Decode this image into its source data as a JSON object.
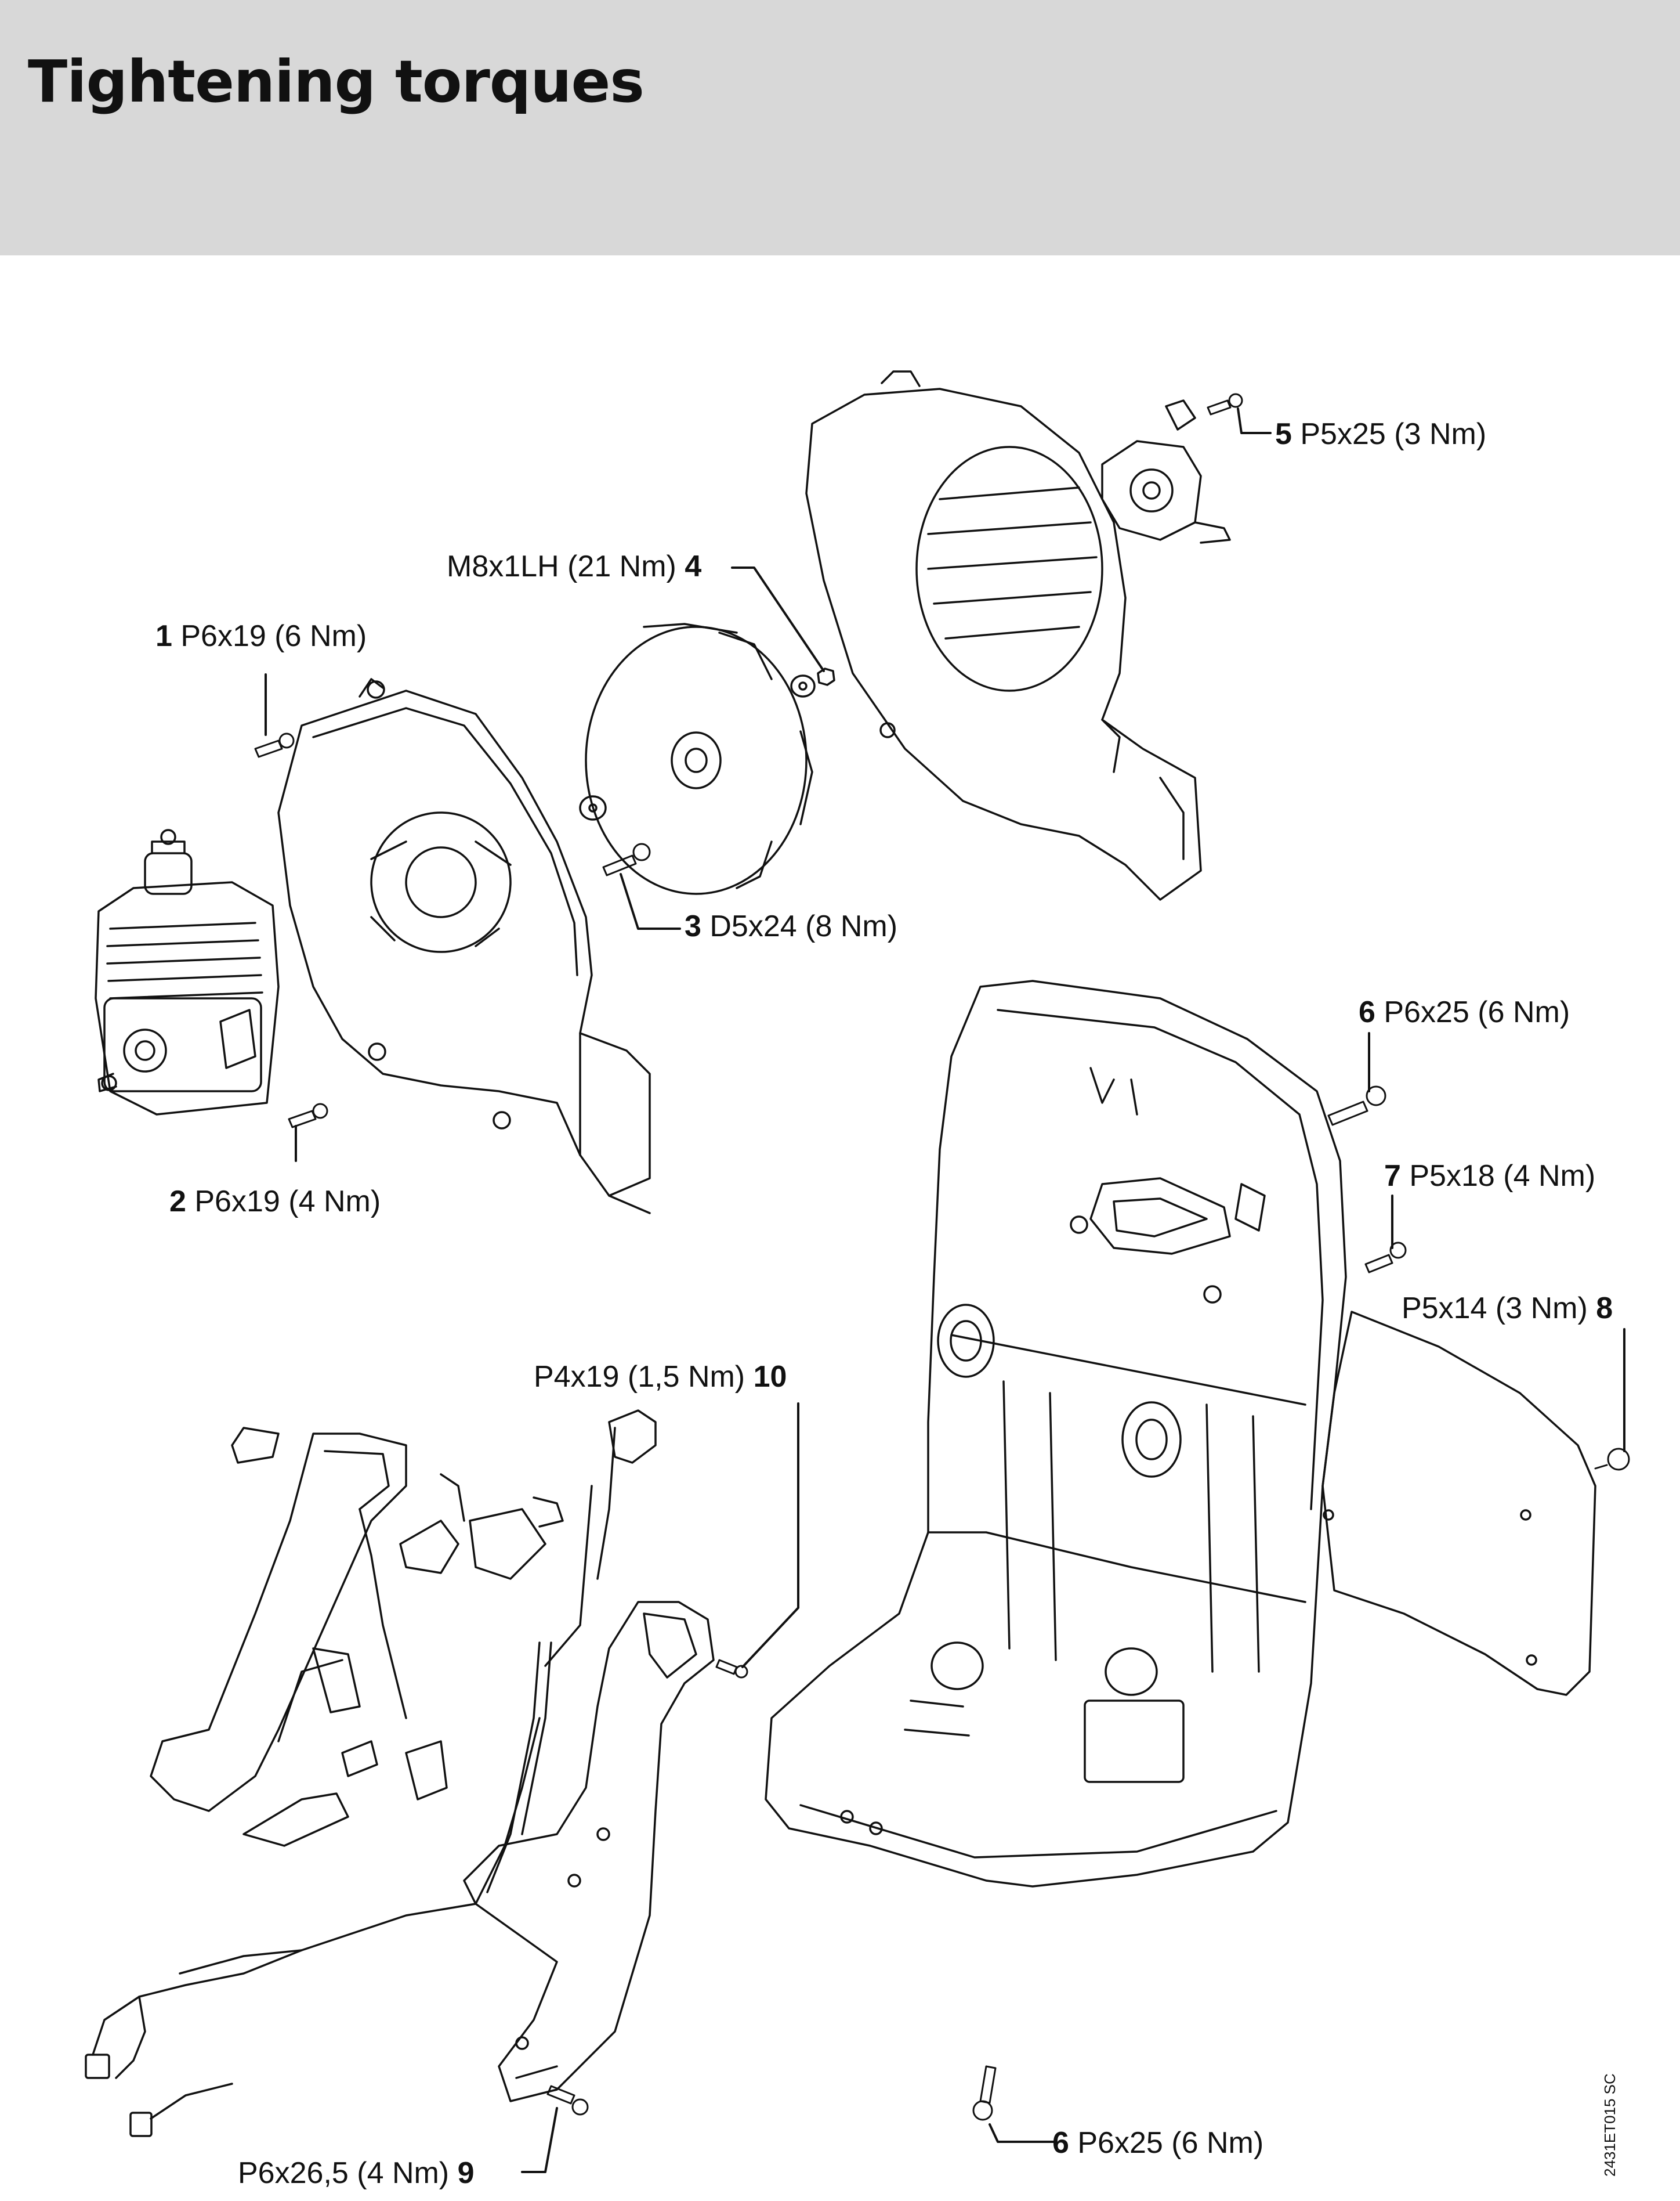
{
  "header": {
    "title": "Tightening torques"
  },
  "callouts": {
    "c1": {
      "num": "1",
      "text": "P6x19 (6 Nm)"
    },
    "c2": {
      "num": "2",
      "text": "P6x19 (4 Nm)"
    },
    "c3": {
      "num": "3",
      "text": "D5x24 (8 Nm)"
    },
    "c4": {
      "num": "4",
      "text": "M8x1LH (21 Nm)"
    },
    "c5": {
      "num": "5",
      "text": "P5x25 (3 Nm)"
    },
    "c6a": {
      "num": "6",
      "text": "P6x25 (6 Nm)"
    },
    "c6b": {
      "num": "6",
      "text": "P6x25 (6 Nm)"
    },
    "c7": {
      "num": "7",
      "text": "P5x18 (4 Nm)"
    },
    "c8": {
      "num": "8",
      "text": "P5x14 (3 Nm)"
    },
    "c9": {
      "num": "9",
      "text": "P6x26,5 (4 Nm)"
    },
    "c10": {
      "num": "10",
      "text": "P4x19 (1,5 Nm)"
    }
  },
  "figure_id": "2431ET015 SC"
}
